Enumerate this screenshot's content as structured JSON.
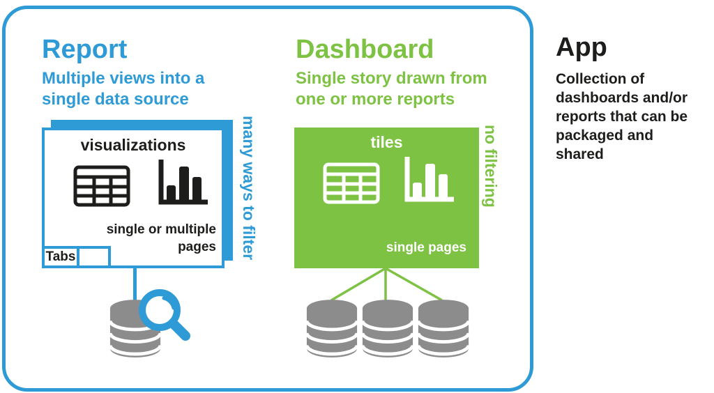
{
  "colors": {
    "blue": "#2E9BD6",
    "green": "#7DC243",
    "gray": "#8C8C8C",
    "text": "#1D1D1B"
  },
  "report": {
    "title": "Report",
    "subtitle": "Multiple views into a single data source",
    "card_title": "visualizations",
    "pages_note": "single or multiple pages",
    "tab_label": "Tabs",
    "side_label": "many ways to filter",
    "icons": [
      "table-icon",
      "bar-chart-icon",
      "database-icon",
      "magnifier-icon"
    ]
  },
  "dashboard": {
    "title": "Dashboard",
    "subtitle": "Single story drawn from one or more reports",
    "card_title": "tiles",
    "pages_note": "single pages",
    "side_label": "no filtering",
    "database_count": 3,
    "icons": [
      "table-icon",
      "bar-chart-icon",
      "database-icon"
    ]
  },
  "app": {
    "title": "App",
    "description": "Collection of dashboards and/or reports that can be packaged and shared"
  }
}
